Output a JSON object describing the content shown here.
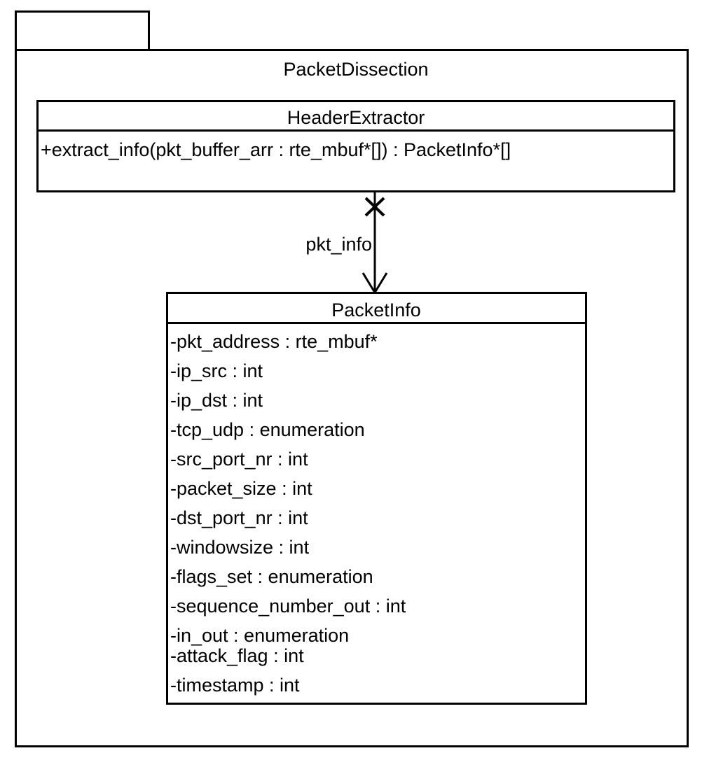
{
  "diagram": {
    "kind": "uml-class-diagram",
    "background_color": "#ffffff",
    "stroke_color": "#000000"
  },
  "package": {
    "name": "PacketDissection"
  },
  "classes": [
    {
      "id": "header-extractor",
      "name": "HeaderExtractor",
      "attributes": [],
      "operations": [
        "+extract_info(pkt_buffer_arr : rte_mbuf*[]) : PacketInfo*[]"
      ]
    },
    {
      "id": "packet-info",
      "name": "PacketInfo",
      "attributes": [
        "-pkt_address : rte_mbuf*",
        "-ip_src : int",
        "-ip_dst : int",
        "-tcp_udp : enumeration",
        "-src_port_nr : int",
        "-packet_size : int",
        "-dst_port_nr : int",
        "-windowsize : int",
        "-flags_set : enumeration",
        "-sequence_number_out : int",
        "-in_out : enumeration",
        "-attack_flag : int",
        "-timestamp : int"
      ],
      "operations": []
    }
  ],
  "association": {
    "label": "pkt_info",
    "source": "HeaderExtractor",
    "target": "PacketInfo",
    "arrow": "open-arrow",
    "end_marker": "cross"
  }
}
